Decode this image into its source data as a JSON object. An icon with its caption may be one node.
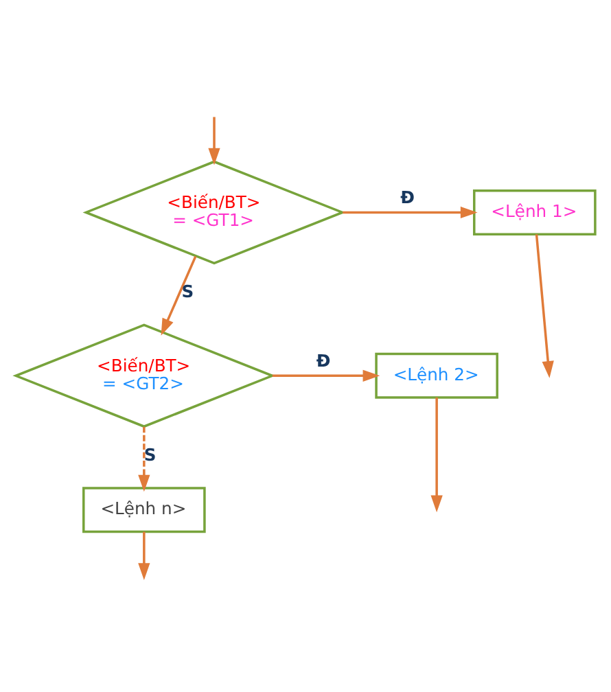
{
  "diagram": {
    "nodes": [
      {
        "text": [
          "<Biến/BT>",
          "= <GT1>"
        ]
      },
      {
        "text": [
          "<Lệnh 1>"
        ]
      },
      {
        "text": [
          "<Biến/BT>",
          "= <GT2>"
        ]
      },
      {
        "text": [
          "<Lệnh 2>"
        ]
      },
      {
        "text": [
          "<Lệnh n>"
        ]
      }
    ],
    "edges": [
      {
        "from": null,
        "to": 0,
        "arrow": "to"
      },
      {
        "from": 0,
        "to": 1,
        "arrow": "to",
        "label": "Đ"
      },
      {
        "from": 0,
        "to": 2,
        "arrow": "to",
        "label": "S"
      },
      {
        "from": 2,
        "to": 3,
        "arrow": "to",
        "label": "Đ"
      },
      {
        "from": 2,
        "to": 4,
        "arrow": "to",
        "label": "S",
        "style": "dashed"
      },
      {
        "from": 1,
        "to": null,
        "arrow": "to"
      },
      {
        "from": 3,
        "to": null,
        "arrow": "to"
      },
      {
        "from": 4,
        "to": null,
        "arrow": "to"
      }
    ]
  }
}
